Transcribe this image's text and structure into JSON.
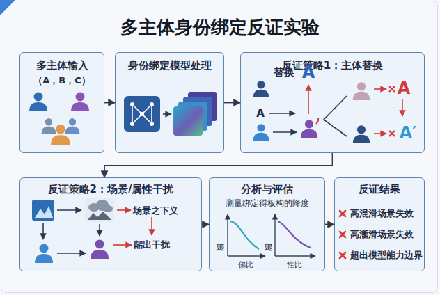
{
  "diagram": {
    "title": "多主体身份绑定反证实验",
    "nodes": [
      {
        "text": [
          "多主体输入",
          "（A，B，C）"
        ]
      },
      {
        "text": [
          "身份绑定模型处理"
        ]
      },
      {
        "text": [
          "反证策略1：主体替换"
        ]
      },
      {
        "text": [
          "反证策略2：场景/属性干扰"
        ]
      },
      {
        "text": [
          "分析与评估",
          "测量绑定得板构的降度"
        ]
      },
      {
        "text": [
          "反证结果",
          "高混滑场景失效",
          "高瀧滑场景失效",
          "超出模型能力边界"
        ]
      }
    ],
    "edges": [
      {
        "from": 0,
        "to": 1,
        "arrow": "to"
      },
      {
        "from": 1,
        "to": 2,
        "arrow": "to"
      },
      {
        "from": 2,
        "to": 3,
        "arrow": "to"
      },
      {
        "from": 3,
        "to": 4,
        "arrow": "to"
      },
      {
        "from": 4,
        "to": 5,
        "arrow": "to"
      }
    ],
    "labels": [
      "替换",
      "A",
      "A",
      "A",
      "A′",
      "场景之下义",
      "龆出干扰",
      "绑定",
      "俤比",
      "绑定",
      "性比"
    ]
  }
}
